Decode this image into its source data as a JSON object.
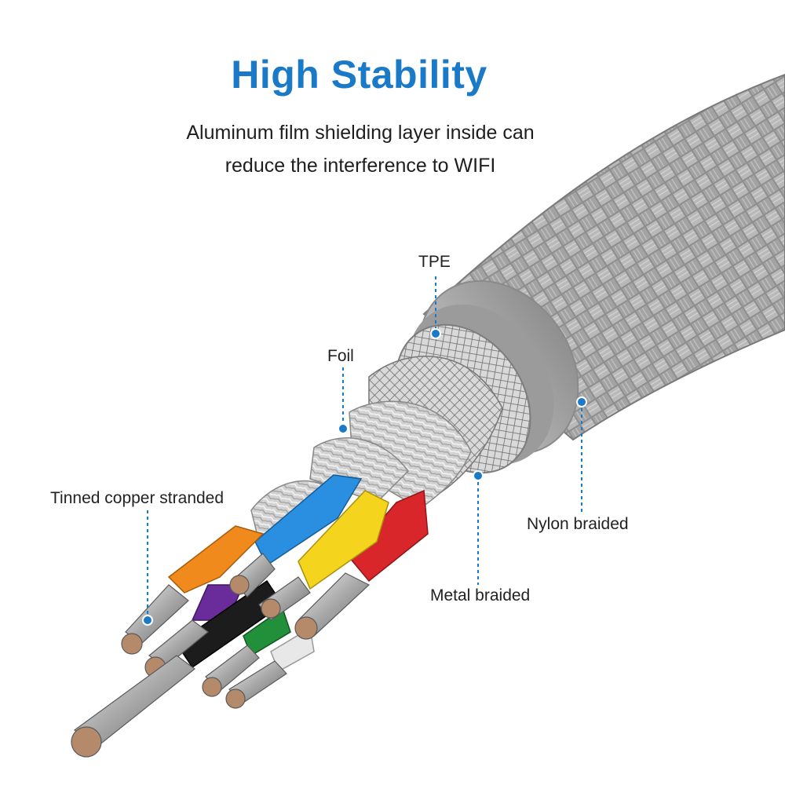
{
  "header": {
    "title": "High Stability",
    "subtitle_line1": "Aluminum film shielding layer inside can",
    "subtitle_line2": "reduce the interference to WIFI"
  },
  "labels": {
    "tpe": "TPE",
    "foil": "Foil",
    "tinned_copper": "Tinned copper stranded",
    "nylon": "Nylon braided",
    "metal": "Metal braided"
  },
  "colors": {
    "title": "#1a7ac7",
    "callout": "#1a7ac7",
    "nylon_braid": "#9d9d9d",
    "tpe_ring": "#a6a6a6",
    "wire_orange": "#f08a1c",
    "wire_blue": "#2a8fe0",
    "wire_yellow": "#f4d41c",
    "wire_red": "#d8262a",
    "wire_purple": "#6a2c9a",
    "wire_green": "#22903a",
    "wire_white": "#e8e8e8",
    "wire_black": "#1c1c1c"
  }
}
